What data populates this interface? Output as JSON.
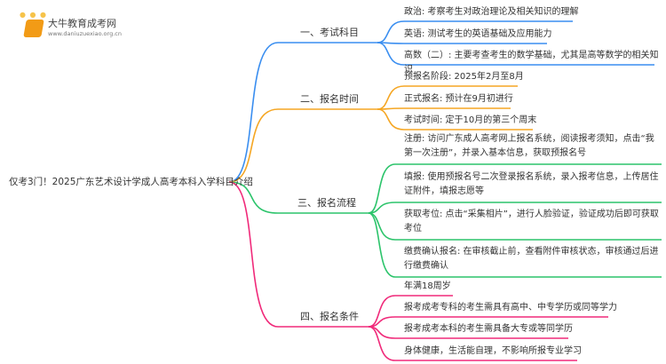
{
  "logo": {
    "name": "大牛教育成考网",
    "url": "www.daniuzuexiao.org.cn"
  },
  "root": "仅考3门！2025广东艺术设计学成人高考本科入学科目介绍",
  "colors": {
    "b1": "#3a8ef0",
    "b2": "#f5a623",
    "b3": "#2cc46b",
    "b4": "#f02a7a"
  },
  "branches": [
    {
      "label": "一、考试科目",
      "children": [
        "政治: 考察考生对政治理论及相关知识的理解",
        "英语: 测试考生的英语基础及应用能力",
        "高数（二）: 主要考查考生的数学基础，尤其是高等数学的相关知识"
      ]
    },
    {
      "label": "二、报名时间",
      "children": [
        "预报名阶段: 2025年2月至8月",
        "正式报名: 预计在9月初进行",
        "考试时间: 定于10月的第三个周末"
      ]
    },
    {
      "label": "三、报名流程",
      "children": [
        "注册: 访问广东成人高考网上报名系统，阅读报考须知，点击“我第一次注册”，并录入基本信息，获取预报名号",
        "填报: 使用预报名号二次登录报名系统，录入报考信息，上传居住证附件，填报志愿等",
        "获取考位: 点击“采集相片”，进行人脸验证，验证成功后即可获取考位",
        "缴费确认报名: 在审核截止前，查看附件审核状态，审核通过后进行缴费确认"
      ]
    },
    {
      "label": "四、报名条件",
      "children": [
        "年满18周岁",
        "报考成考专科的考生需具有高中、中专学历或同等学力",
        "报考成考本科的考生需具备大专或等同学历",
        "身体健康，生活能自理，不影响所报专业学习"
      ]
    }
  ]
}
